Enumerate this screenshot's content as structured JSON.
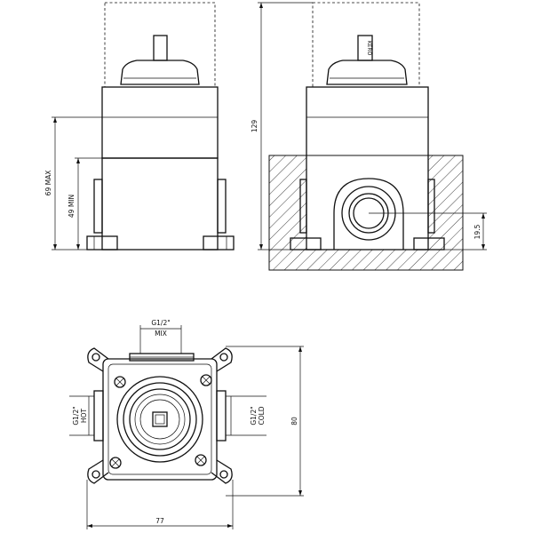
{
  "drawing": {
    "side_view": {
      "dim_max_label": "69 MAX",
      "dim_min_label": "49 MIN"
    },
    "front_view": {
      "dim_height_label": "129",
      "dim_outlet_label": "19.5",
      "brand_mark": "KERO"
    },
    "top_view": {
      "top_port_size": "G1/2\"",
      "top_port_name": "MIX",
      "left_port_size": "G1/2\"",
      "left_port_name": "HOT",
      "right_port_size": "G1/2\"",
      "right_port_name": "COLD",
      "dim_height_label": "80",
      "dim_width_label": "77"
    }
  }
}
